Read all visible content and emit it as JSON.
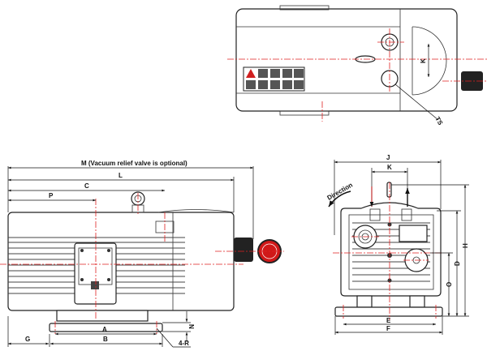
{
  "labels": {
    "M": "M (Vacuum relief valve is optional)",
    "L": "L",
    "C": "C",
    "P": "P",
    "A": "A",
    "B": "B",
    "G": "G",
    "N": "N",
    "R": "4-R",
    "J": "J",
    "K": "K",
    "H": "H",
    "D": "D",
    "O": "O",
    "E": "E",
    "F": "F",
    "K_top": "K",
    "TS": "TS",
    "direction": "Direction"
  },
  "colors": {
    "centerline": "#e02020",
    "line": "#222222"
  }
}
